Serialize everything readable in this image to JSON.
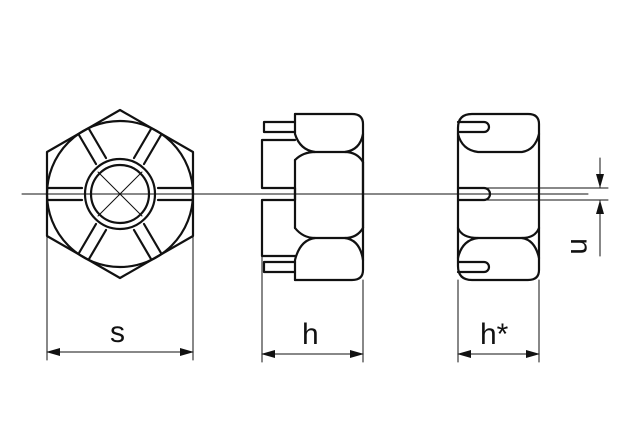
{
  "labels": {
    "s": "s",
    "h": "h",
    "h_star": "h*",
    "n": "n"
  },
  "colors": {
    "line": "#111111",
    "background": "#ffffff"
  }
}
